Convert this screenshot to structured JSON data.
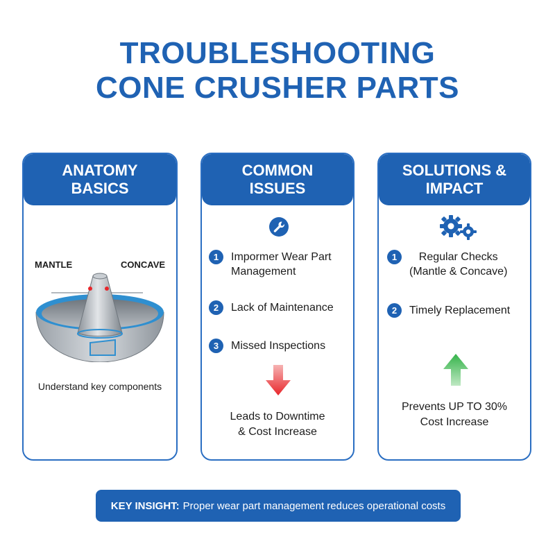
{
  "title": {
    "line1": "TROUBLESHOOTING",
    "line2": "CONE CRUSHER PARTS"
  },
  "colors": {
    "primary": "#1f62b3",
    "down_arrow": "#e8262b",
    "up_arrow": "#35b34a",
    "marker": "#e8262b"
  },
  "cards": {
    "anatomy": {
      "heading_line1": "ANATOMY",
      "heading_line2": "BASICS",
      "label_mantle": "MANTLE",
      "label_concave": "CONCAVE",
      "caption": "Understand key components",
      "icon": "cone-crusher-illustration"
    },
    "issues": {
      "heading_line1": "COMMON",
      "heading_line2": "ISSUES",
      "icon": "wrench-icon",
      "items": [
        {
          "num": "1",
          "line1": "Impormer Wear Part",
          "line2": "Management"
        },
        {
          "num": "2",
          "line1": "Lack of Maintenance"
        },
        {
          "num": "3",
          "line1": "Missed Inspections"
        }
      ],
      "result_line1": "Leads to Downtime",
      "result_line2": "& Cost Increase",
      "result_icon": "arrow-down-icon"
    },
    "solutions": {
      "heading_line1": "SOLUTIONS &",
      "heading_line2": "IMPACT",
      "icon": "gears-icon",
      "items": [
        {
          "num": "1",
          "line1": "Regular Checks",
          "line2": "(Mantle & Concave)"
        },
        {
          "num": "2",
          "line1": "Timely Replacement"
        }
      ],
      "result_line1": "Prevents UP TO 30%",
      "result_line2": "Cost Increase",
      "result_icon": "arrow-up-icon"
    }
  },
  "insight": {
    "label": "KEY INSIGHT:",
    "text": "Proper wear part management reduces operational costs"
  }
}
